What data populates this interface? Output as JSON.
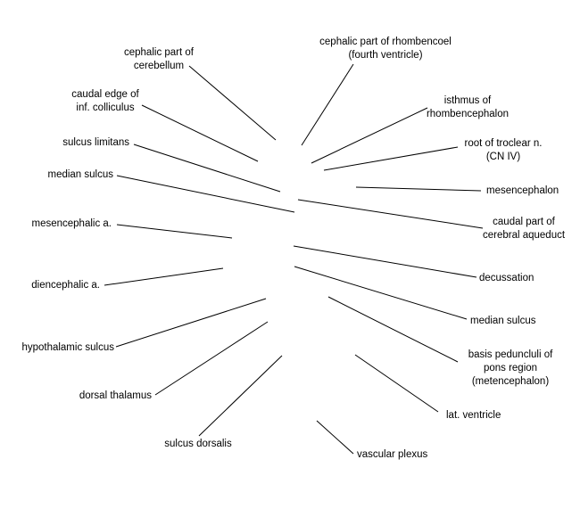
{
  "labels": {
    "cephalic_cerebellum": "cephalic part of\ncerebellum",
    "cephalic_rhombencoel": "cephalic part of rhombencoel\n(fourth ventricle)",
    "isthmus": "isthmus of\nrhombencephalon",
    "caudal_colliculus": "caudal edge of\ninf. colliculus",
    "root_troclear": "root of troclear n.\n(CN IV)",
    "sulcus_limitans": "sulcus limitans",
    "mesencephalon": "mesencephalon",
    "median_sulcus_left": "median sulcus",
    "caudal_aqueduct": "caudal part of\ncerebral aqueduct",
    "mesencephalic_a": "mesencephalic a.",
    "decussation": "decussation",
    "diencephalic_a": "diencephalic a.",
    "median_sulcus_right": "median sulcus",
    "hypothalamic_sulcus": "hypothalamic sulcus",
    "basis_peduncluli": "basis peduncluli of\npons region\n(metencephalon)",
    "dorsal_thalamus": "dorsal thalamus",
    "lat_ventricle": "lat. ventricle",
    "sulcus_dorsalis": "sulcus dorsalis",
    "vascular_plexus": "vascular plexus"
  }
}
